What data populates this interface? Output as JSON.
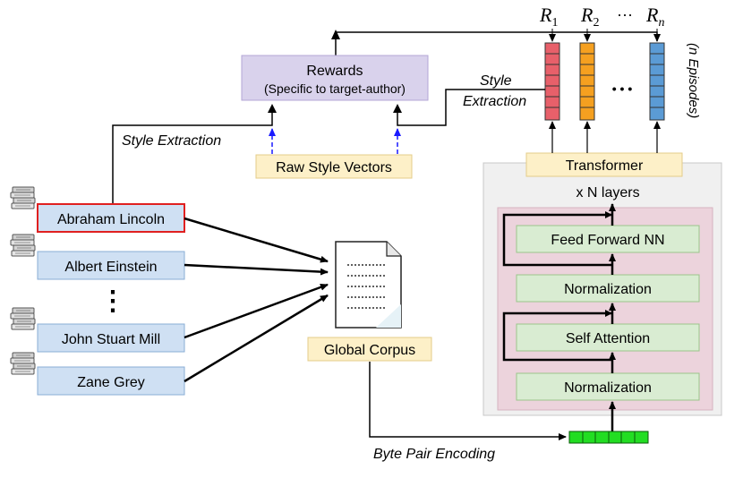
{
  "authors": [
    {
      "name": "Abraham Lincoln",
      "selected": true
    },
    {
      "name": "Albert Einstein",
      "selected": false
    },
    {
      "name": "John Stuart Mill",
      "selected": false
    },
    {
      "name": "Zane Grey",
      "selected": false
    }
  ],
  "ellipsis_vertical": "⋮",
  "rewards": {
    "title": "Rewards",
    "subtitle": "(Specific to target-author)"
  },
  "raw_style_vectors": "Raw Style Vectors",
  "global_corpus": "Global Corpus",
  "transformer": {
    "label": "Transformer",
    "layers_label": "x N layers",
    "blocks": [
      "Feed Forward NN",
      "Normalization",
      "Self Attention",
      "Normalization"
    ]
  },
  "edge_labels": {
    "style_extraction_left": "Style Extraction",
    "style_extraction_right_1": "Style",
    "style_extraction_right_2": "Extraction",
    "byte_pair_encoding": "Byte Pair Encoding",
    "n_episodes": "(n Episodes)"
  },
  "reward_labels": {
    "r1_base": "R",
    "r1_sub": "1",
    "r2_base": "R",
    "r2_sub": "2",
    "dots": "···",
    "rn_base": "R",
    "rn_sub": "n"
  },
  "vector_dots": "• • •",
  "colors": {
    "author_box": "#cfe0f3",
    "author_border": "#8aaed6",
    "selected_border": "#e02020",
    "rewards_box": "#d9d2ec",
    "yellow_box": "#fdf0c8",
    "green_box": "#d9ecd2",
    "pink_panel": "#ecd3dc",
    "gray_panel": "#f0f0f0",
    "vec_red": "#e8606a",
    "vec_orange": "#f5a020",
    "vec_blue": "#5b9bd5",
    "bpe_green": "#22dd22"
  }
}
